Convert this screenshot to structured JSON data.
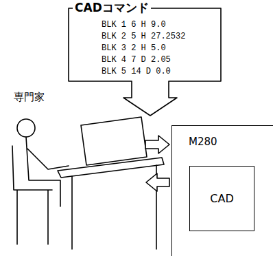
{
  "diagram": {
    "nodes": [
      {
        "text": [
          "CADコマンド",
          "BLK 1 6 H 9.0",
          "BLK 2 5 H 27.2532",
          "BLK 3 2 H 5.0",
          "BLK 4 7 D 2.05",
          "BLK 5 14 D 0.0"
        ]
      },
      {
        "text": [
          "M280"
        ]
      },
      {
        "text": [
          "CAD"
        ],
        "in": 1
      }
    ],
    "labels": [
      "専門家"
    ]
  }
}
